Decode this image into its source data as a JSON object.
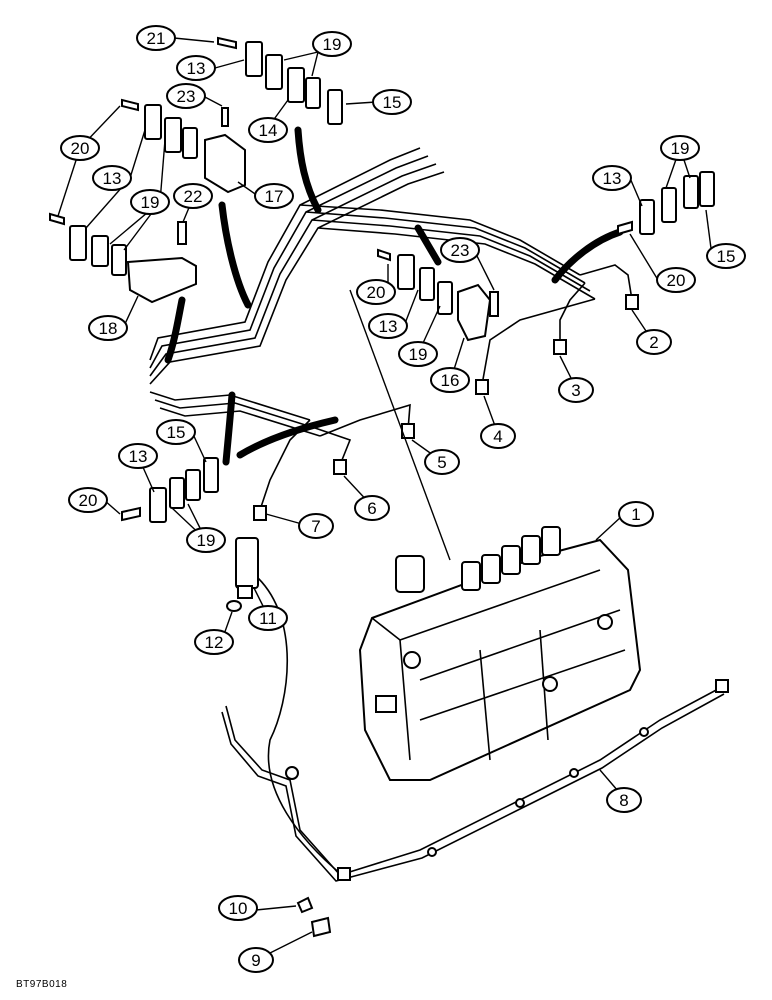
{
  "drawing_id": "BT97B018",
  "callouts": [
    {
      "id": "c1",
      "label": "1"
    },
    {
      "id": "c2",
      "label": "2"
    },
    {
      "id": "c3",
      "label": "3"
    },
    {
      "id": "c4",
      "label": "4"
    },
    {
      "id": "c5",
      "label": "5"
    },
    {
      "id": "c6",
      "label": "6"
    },
    {
      "id": "c7",
      "label": "7"
    },
    {
      "id": "c8",
      "label": "8"
    },
    {
      "id": "c9",
      "label": "9"
    },
    {
      "id": "c10",
      "label": "10"
    },
    {
      "id": "c11",
      "label": "11"
    },
    {
      "id": "c12",
      "label": "12"
    },
    {
      "id": "c13a",
      "label": "13"
    },
    {
      "id": "c13b",
      "label": "13"
    },
    {
      "id": "c13c",
      "label": "13"
    },
    {
      "id": "c13d",
      "label": "13"
    },
    {
      "id": "c13e",
      "label": "13"
    },
    {
      "id": "c14",
      "label": "14"
    },
    {
      "id": "c15a",
      "label": "15"
    },
    {
      "id": "c15b",
      "label": "15"
    },
    {
      "id": "c15c",
      "label": "15"
    },
    {
      "id": "c16",
      "label": "16"
    },
    {
      "id": "c17",
      "label": "17"
    },
    {
      "id": "c18",
      "label": "18"
    },
    {
      "id": "c19a",
      "label": "19"
    },
    {
      "id": "c19b",
      "label": "19"
    },
    {
      "id": "c19c",
      "label": "19"
    },
    {
      "id": "c19d",
      "label": "19"
    },
    {
      "id": "c19e",
      "label": "19"
    },
    {
      "id": "c20a",
      "label": "20"
    },
    {
      "id": "c20b",
      "label": "20"
    },
    {
      "id": "c20c",
      "label": "20"
    },
    {
      "id": "c20d",
      "label": "20"
    },
    {
      "id": "c21",
      "label": "21"
    },
    {
      "id": "c22",
      "label": "22"
    },
    {
      "id": "c23a",
      "label": "23"
    },
    {
      "id": "c23b",
      "label": "23"
    }
  ]
}
